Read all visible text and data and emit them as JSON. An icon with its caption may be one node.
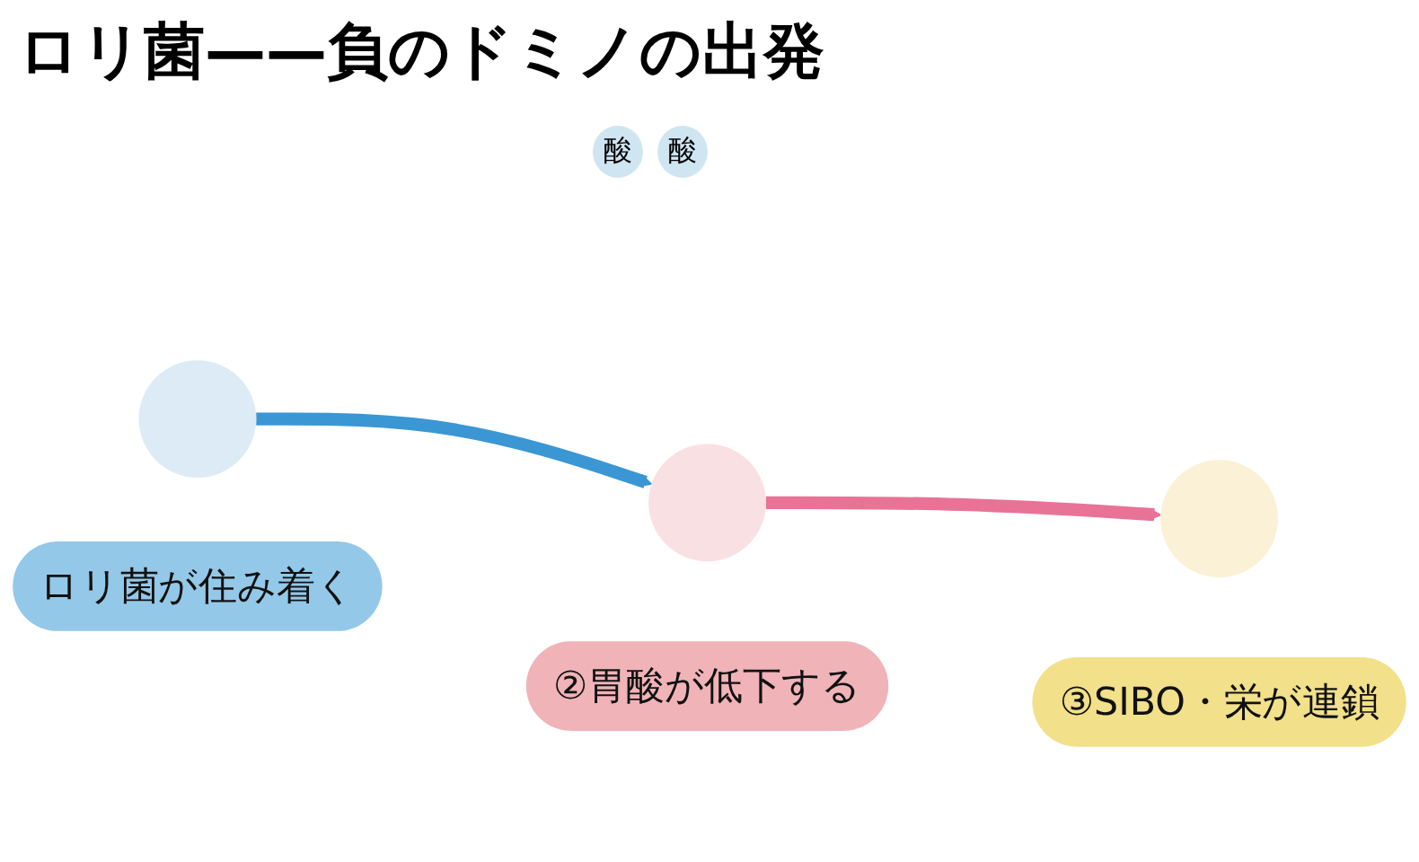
{
  "diagram": {
    "title": "ロリ菌——負のドミノの出発",
    "nodes": [
      {
        "text": [],
        "shape": "circle"
      },
      {
        "text": [],
        "shape": "circle"
      },
      {
        "text": [],
        "shape": "circle"
      },
      {
        "text": [
          "ロリ菌が住み着く"
        ]
      },
      {
        "text": [
          "②胃酸が低下する"
        ]
      },
      {
        "text": [
          "③SIBO・栄が連鎖"
        ]
      }
    ],
    "edges": [
      {
        "from": 0,
        "to": 1,
        "arrow": "to",
        "color": "#3a97d4"
      },
      {
        "from": 1,
        "to": 2,
        "arrow": "to",
        "color": "#e87397"
      }
    ],
    "labels": [
      "酸",
      "酸"
    ]
  }
}
